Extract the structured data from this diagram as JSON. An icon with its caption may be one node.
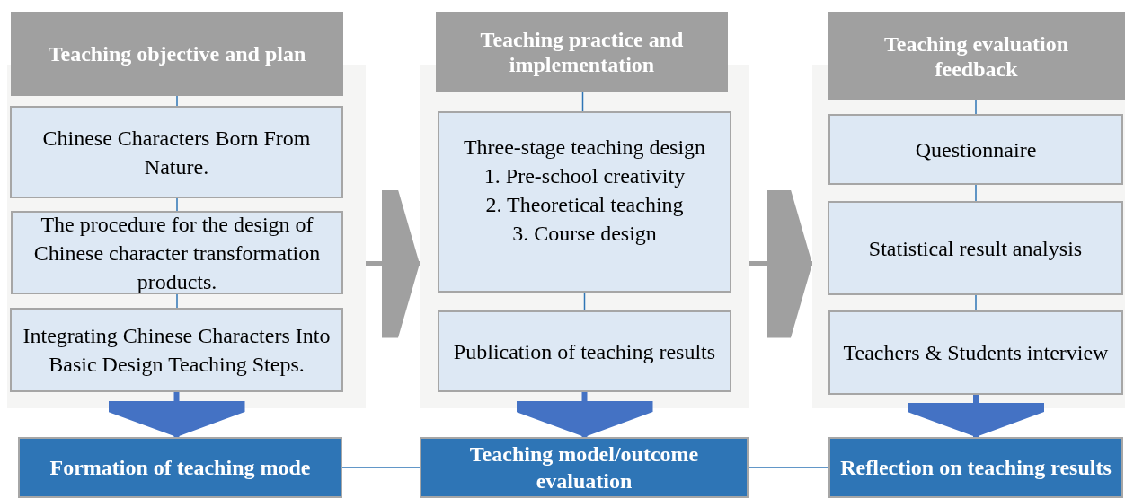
{
  "diagram": {
    "nodes": [
      {
        "text": [
          "Teaching objective and plan"
        ]
      },
      {
        "text": [],
        "shape": "box"
      },
      {
        "text": [
          "Chinese Characters Born From Nature."
        ],
        "in": 1
      },
      {
        "text": [
          "The procedure for the design of Chinese character transformation products."
        ],
        "in": 1
      },
      {
        "text": [
          "Integrating Chinese Characters Into Basic Design Teaching Steps."
        ],
        "in": 1
      },
      {
        "text": [
          "Teaching practice and implementation"
        ]
      },
      {
        "text": [],
        "shape": "box"
      },
      {
        "text": [
          "Three-stage teaching design",
          "1. Pre-school creativity",
          "2. Theoretical teaching",
          "3. Course design"
        ],
        "in": 6
      },
      {
        "text": [
          "Publication of teaching results"
        ],
        "in": 6
      },
      {
        "text": [
          "Teaching evaluation feedback"
        ]
      },
      {
        "text": [],
        "shape": "box"
      },
      {
        "text": [
          "Questionnaire"
        ],
        "in": 10
      },
      {
        "text": [
          "Statistical result analysis"
        ],
        "in": 10
      },
      {
        "text": [
          "Teachers & Students interview"
        ],
        "in": 10
      },
      {
        "text": [
          "Formation of teaching mode"
        ]
      },
      {
        "text": [
          "Teaching model/outcome evaluation"
        ]
      },
      {
        "text": [
          "Reflection on teaching results"
        ]
      }
    ],
    "edges": [
      {
        "from": 0,
        "to": 2,
        "arrow": "none"
      },
      {
        "from": 2,
        "to": 3,
        "arrow": "none"
      },
      {
        "from": 3,
        "to": 4,
        "arrow": "none"
      },
      {
        "from": 5,
        "to": 7,
        "arrow": "none"
      },
      {
        "from": 7,
        "to": 8,
        "arrow": "none"
      },
      {
        "from": 9,
        "to": 11,
        "arrow": "none"
      },
      {
        "from": 11,
        "to": 12,
        "arrow": "none"
      },
      {
        "from": 12,
        "to": 13,
        "arrow": "none"
      },
      {
        "from": 14,
        "to": 15,
        "arrow": "none"
      },
      {
        "from": 15,
        "to": 16,
        "arrow": "none"
      },
      {
        "from": 4,
        "to": 14,
        "arrow": "to",
        "style": "thick",
        "color": "#4472c4"
      },
      {
        "from": 8,
        "to": 15,
        "arrow": "to",
        "style": "thick",
        "color": "#4472c4"
      },
      {
        "from": 13,
        "to": 16,
        "arrow": "to",
        "style": "thick",
        "color": "#4472c4"
      },
      {
        "from": 1,
        "to": 6,
        "arrow": "to",
        "style": "thick",
        "color": "#a0a0a0"
      },
      {
        "from": 6,
        "to": 10,
        "arrow": "to",
        "style": "thick",
        "color": "#a0a0a0"
      }
    ]
  }
}
